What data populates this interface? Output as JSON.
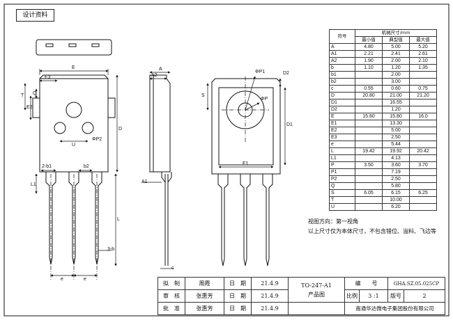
{
  "header": {
    "title": "设计资料"
  },
  "labels": {
    "e_top": "E",
    "e3": "E3",
    "t": "T",
    "q": "Q",
    "e2": "E2",
    "u": "U",
    "phi_p2": "ΦP2",
    "d_side": "D",
    "two_b1": "2-b1",
    "b2": "b2",
    "l1": "L1",
    "l": "L",
    "three_b": "3-b",
    "e_a": "e",
    "e_b": "e",
    "a": "A",
    "a2": "A2",
    "a1": "A1",
    "c": "c",
    "phi_p1": "ΦP1",
    "phi_p": "ΦP",
    "d2": "D2",
    "s": "S",
    "d1": "D1",
    "e1": "E1"
  },
  "dims_table": {
    "col_symbol": "符号",
    "col_group": "机械尺寸/mm",
    "col_min": "最小值",
    "col_typ": "典型值",
    "col_max": "最大值",
    "rows": [
      {
        "sym": "A",
        "min": "4.80",
        "typ": "5.00",
        "max": "5.20"
      },
      {
        "sym": "A1",
        "min": "2.21",
        "typ": "2.41",
        "max": "2.61"
      },
      {
        "sym": "A2",
        "min": "1.90",
        "typ": "2.00",
        "max": "2.10"
      },
      {
        "sym": "b",
        "min": "1.10",
        "typ": "1.20",
        "max": "1.35"
      },
      {
        "sym": "b1",
        "min": "",
        "typ": "2.00",
        "max": ""
      },
      {
        "sym": "b2",
        "min": "",
        "typ": "3.00",
        "max": ""
      },
      {
        "sym": "c",
        "min": "0.55",
        "typ": "0.60",
        "max": "0.75"
      },
      {
        "sym": "D",
        "min": "20.80",
        "typ": "21.00",
        "max": "21.20"
      },
      {
        "sym": "D1",
        "min": "",
        "typ": "16.55",
        "max": ""
      },
      {
        "sym": "D2",
        "min": "",
        "typ": "1.20",
        "max": ""
      },
      {
        "sym": "E",
        "min": "15.60",
        "typ": "15.80",
        "max": "16.0"
      },
      {
        "sym": "E1",
        "min": "",
        "typ": "13.30",
        "max": ""
      },
      {
        "sym": "E2",
        "min": "",
        "typ": "5.00",
        "max": ""
      },
      {
        "sym": "E3",
        "min": "",
        "typ": "2.50",
        "max": ""
      },
      {
        "sym": "e",
        "min": "",
        "typ": "5.44",
        "max": ""
      },
      {
        "sym": "L",
        "min": "19.42",
        "typ": "19.92",
        "max": "20.42"
      },
      {
        "sym": "L1",
        "min": "",
        "typ": "4.13",
        "max": ""
      },
      {
        "sym": "P",
        "min": "3.50",
        "typ": "3.60",
        "max": "3.70"
      },
      {
        "sym": "P1",
        "min": "",
        "typ": "7.19",
        "max": ""
      },
      {
        "sym": "P2",
        "min": "",
        "typ": "2.50",
        "max": ""
      },
      {
        "sym": "Q",
        "min": "",
        "typ": "5.80",
        "max": ""
      },
      {
        "sym": "S",
        "min": "6.05",
        "typ": "6.15",
        "max": "6.25"
      },
      {
        "sym": "T",
        "min": "",
        "typ": "10.00",
        "max": ""
      },
      {
        "sym": "U",
        "min": "",
        "typ": "6.20",
        "max": ""
      }
    ]
  },
  "notes": {
    "line1": "视图方向：第一视角",
    "line2": "以上尺寸仅为本体尺寸，不包含错位、溢料、飞边等"
  },
  "title_block": {
    "drawn_label": "拟　制",
    "drawn_name": "周霞",
    "date_label_1": "日　期",
    "date_1": "21.4.9",
    "check_label": "审　核",
    "check_name": "张惠芳",
    "date_label_2": "日　期",
    "date_2": "21.4.9",
    "approve_label": "批　准",
    "approve_name": "张惠芳",
    "date_label_3": "日　期",
    "date_3": "21.4.9",
    "part_name": "TO-247-A1",
    "part_sub": "产品图",
    "number_label": "编　　号",
    "number_value": "GHA.SZ.05.025CP",
    "scale_label": "比例",
    "scale_value": "3 :1",
    "version_label": "版号",
    "version_value": "2",
    "company": "南通华达微电子集团股份有限公司"
  }
}
